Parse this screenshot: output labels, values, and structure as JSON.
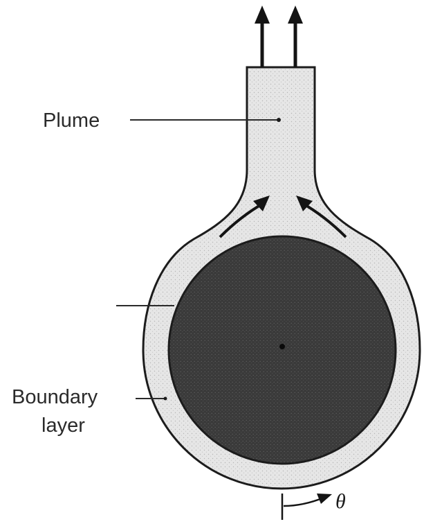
{
  "labels": {
    "plume": "Plume",
    "boundary_line1": "Boundary",
    "boundary_line2": "layer",
    "angle": "θ"
  },
  "colors": {
    "background": "#ffffff",
    "boundary_layer_fill": "#e3e3e3",
    "cylinder_fill": "#3c3c3c",
    "outline": "#1c1c1c",
    "arrow": "#141414"
  }
}
